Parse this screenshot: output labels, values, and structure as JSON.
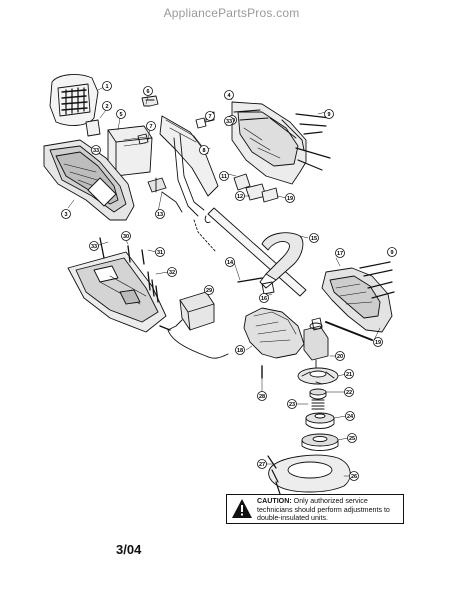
{
  "header": {
    "watermark": "AppliancePartsPros.com"
  },
  "callouts": [
    "1",
    "2",
    "3",
    "4",
    "5",
    "6",
    "7",
    "8",
    "9",
    "10",
    "11",
    "12",
    "13",
    "14",
    "15",
    "16",
    "17",
    "18",
    "19",
    "20",
    "21",
    "22",
    "23",
    "24",
    "25",
    "26",
    "27",
    "28",
    "29",
    "30",
    "31",
    "32",
    "33"
  ],
  "caution": {
    "title": "CAUTION:",
    "text": "Only authorized service technicians should perform adjustments to double-insulated units."
  },
  "footer": {
    "date": "3/04"
  }
}
